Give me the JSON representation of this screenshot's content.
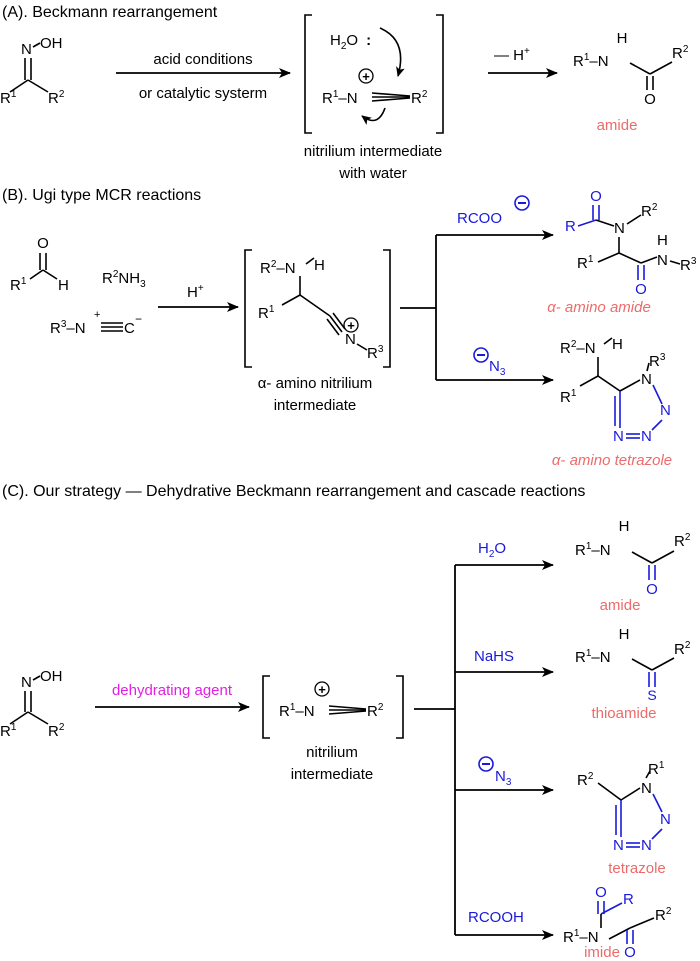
{
  "sections": {
    "a": "(A). Beckmann rearrangement",
    "b": "(B). Ugi type MCR reactions",
    "c": "(C). Our strategy —  Dehydrative Beckmann rearrangement and cascade reactions"
  },
  "atoms": {
    "oh": "OH",
    "n": "N",
    "o": "O",
    "h": "H",
    "s": "S",
    "r": "R",
    "r1": "R",
    "r1sup": "1",
    "r2": "R",
    "r2sup": "2",
    "r3": "R",
    "r3sup": "3",
    "r1dash": "R",
    "r1dashsup": "1",
    "dash": "–",
    "plus": "+",
    "minus": "−",
    "charge_plus": "+",
    "charge_minus": "−"
  },
  "scheme_a": {
    "cond_top": "acid conditions",
    "cond_bottom": "or catalytic systerm",
    "water": "H",
    "water_sub": "2",
    "water_o": "O",
    "lone_pair": ":",
    "intermediate_line1": "nitrilium intermediate",
    "intermediate_line2": "with water",
    "deprot": "—  H",
    "deprot_sup": "+",
    "product": "amide"
  },
  "scheme_b": {
    "amine": "R",
    "amine_sup": "2",
    "amine_tail": "NH",
    "amine_sub": "3",
    "isocyanide_r": "R",
    "isocyanide_sup": "3",
    "isocyanide_n": "–N",
    "isocyanide_c": "C",
    "acid": "H",
    "acid_sup": "+",
    "intermediate_line1": "α- amino nitrilium",
    "intermediate_line2": "intermediate",
    "nuc1": "RCOO",
    "nuc2": "N",
    "nuc2_sub": "3",
    "product1": "α- amino amide",
    "product2": "α- amino tetrazole"
  },
  "scheme_c": {
    "reagent": "dehydrating agent",
    "intermediate_line1": "nitrilium",
    "intermediate_line2": "intermediate",
    "nuc1": "H",
    "nuc1_sub": "2",
    "nuc1_tail": "O",
    "nuc2": "NaHS",
    "nuc3": "N",
    "nuc3_sub": "3",
    "nuc4": "RCOOH",
    "product1": "amide",
    "product2": "thioamide",
    "product3": "tetrazole",
    "product4": "imide"
  },
  "colors": {
    "black": "#000000",
    "blue": "#1a1adb",
    "label_red": "#ec6b6b",
    "magenta": "#e51ee5"
  }
}
